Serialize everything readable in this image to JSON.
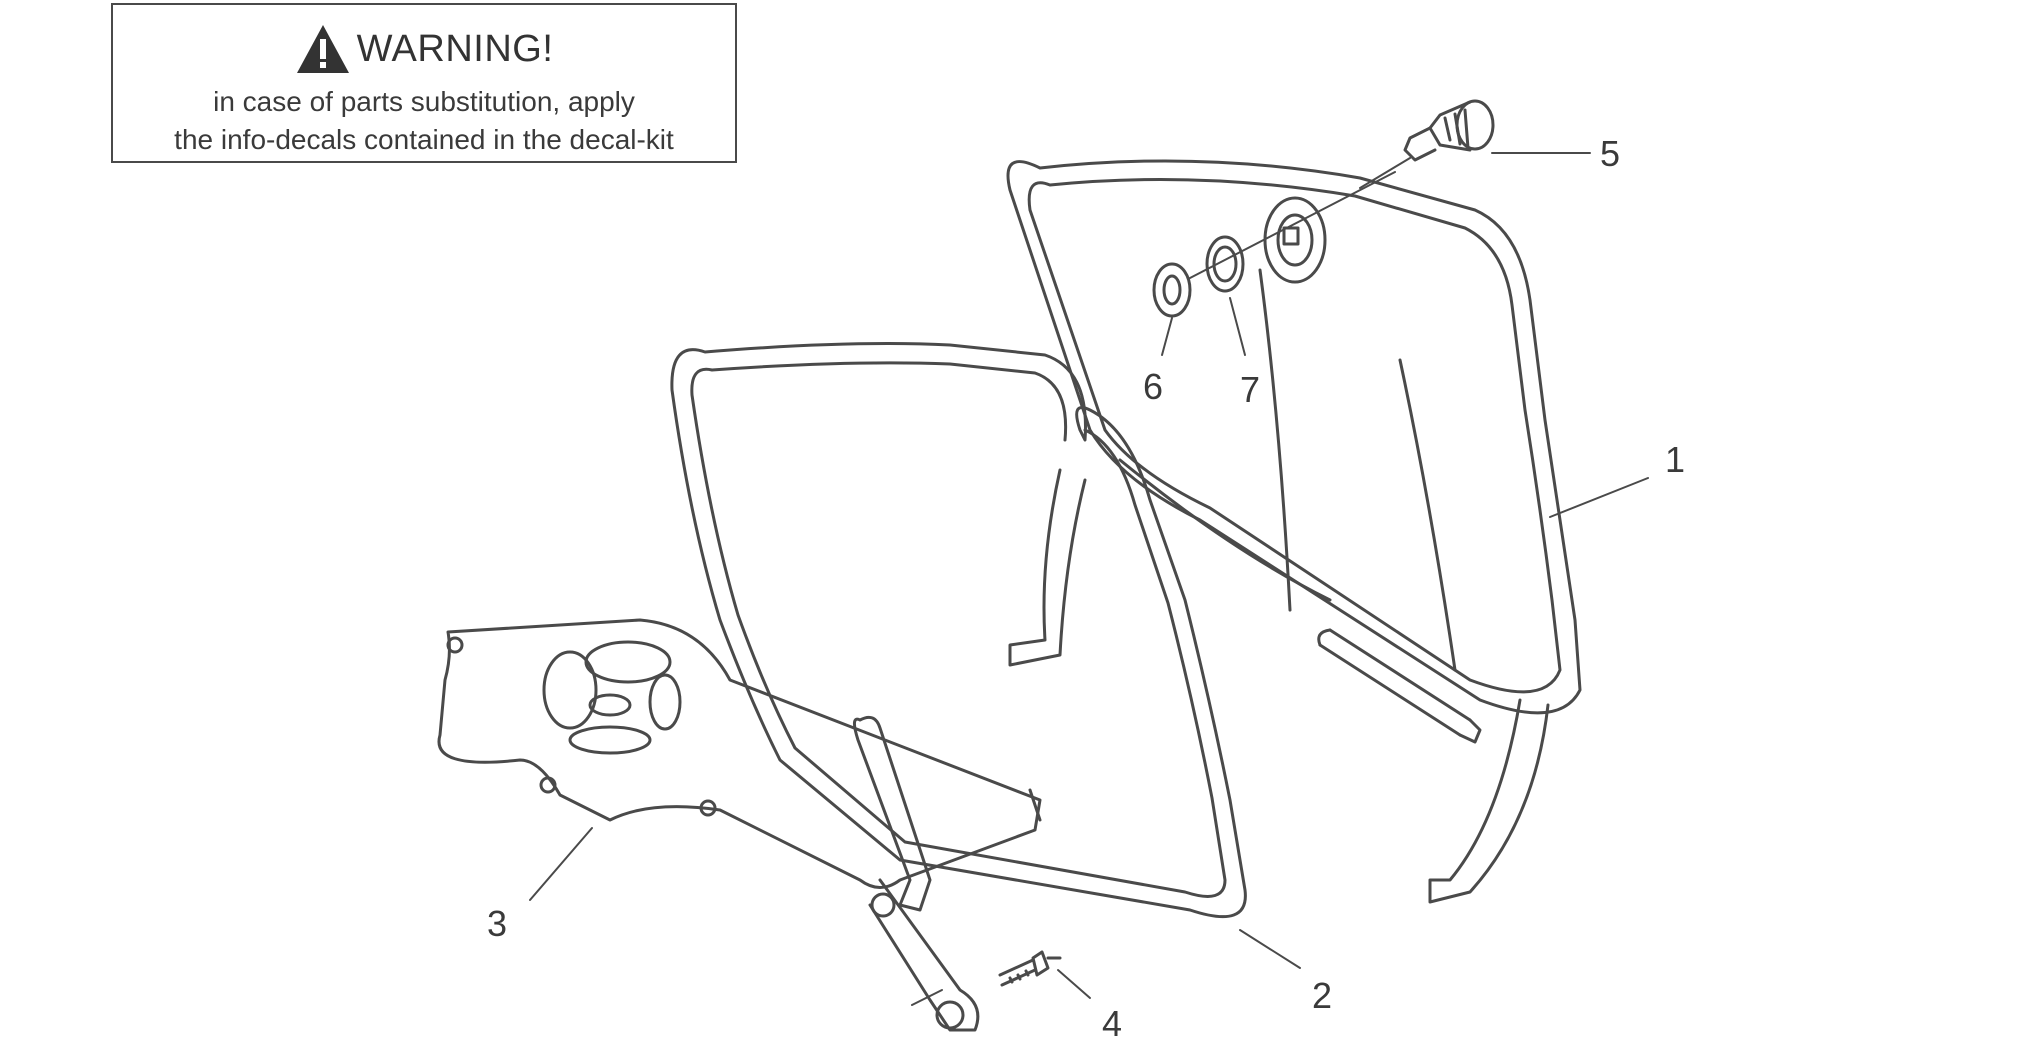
{
  "warning": {
    "title": "WARNING!",
    "line1": "in case of parts substitution, apply",
    "line2": "the info-decals contained in the decal-kit",
    "icon": "warning-triangle-icon"
  },
  "callouts": [
    {
      "number": "1"
    },
    {
      "number": "2"
    },
    {
      "number": "3"
    },
    {
      "number": "4"
    },
    {
      "number": "5"
    },
    {
      "number": "6"
    },
    {
      "number": "7"
    }
  ],
  "colors": {
    "line": "#4a4a4a",
    "text": "#3a3a3a",
    "background": "#ffffff"
  }
}
